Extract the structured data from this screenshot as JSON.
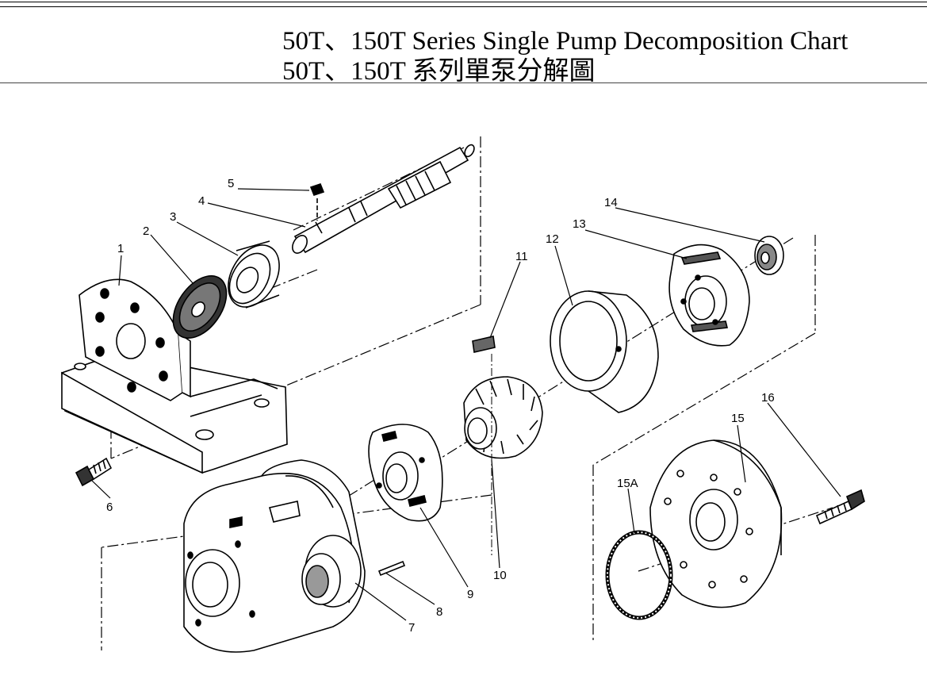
{
  "header": {
    "title_en": "50T、150T Series Single  Pump Decomposition Chart",
    "title_zh": "50T、150T 系列單泵分解圖"
  },
  "parts": {
    "p1": "1",
    "p2": "2",
    "p3": "3",
    "p4": "4",
    "p5": "5",
    "p6": "6",
    "p7": "7",
    "p8": "8",
    "p9": "9",
    "p10": "10",
    "p11": "11",
    "p12": "12",
    "p13": "13",
    "p14": "14",
    "p15": "15",
    "p15a": "15A",
    "p16": "16"
  }
}
